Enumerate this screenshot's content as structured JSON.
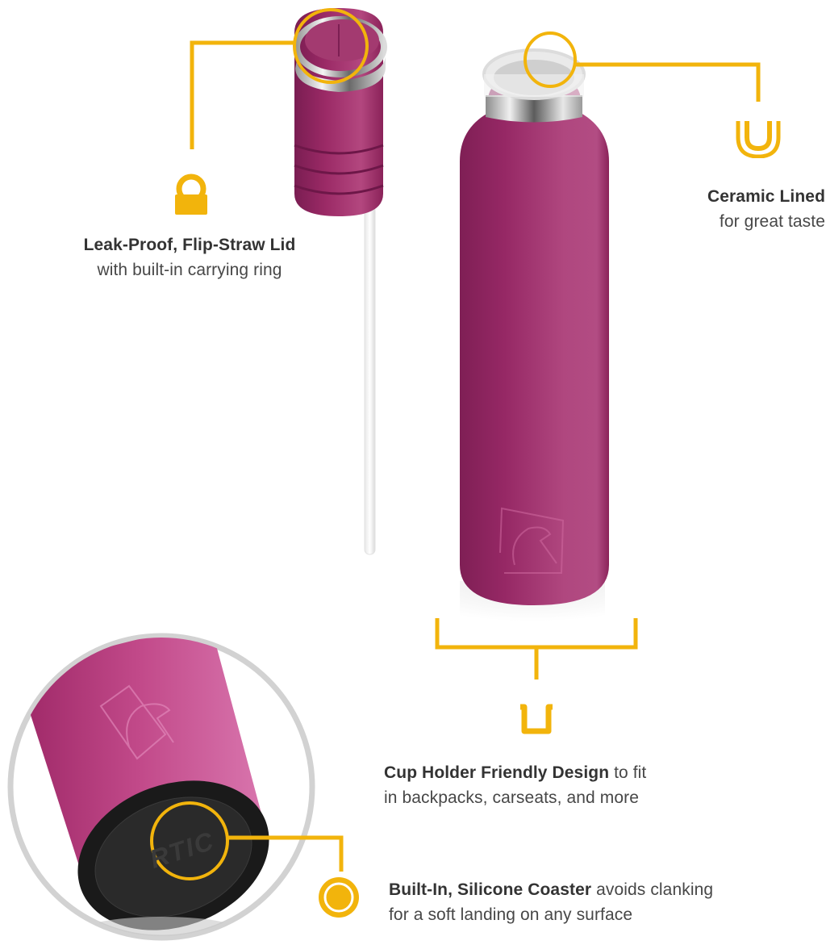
{
  "colors": {
    "accent_yellow": "#F2B40C",
    "product_magenta": "#9B2A66",
    "product_magenta_light": "#B44A82",
    "text_dark": "#333333",
    "background": "#FFFFFF"
  },
  "features": [
    {
      "id": "lid",
      "icon": "padlock-ring-icon",
      "title": "Leak-Proof, Flip-Straw Lid",
      "subtitle": "with built-in carrying ring"
    },
    {
      "id": "ceramic",
      "icon": "double-u-liner-icon",
      "title": "Ceramic Lined",
      "subtitle": "for great taste"
    },
    {
      "id": "cupholder",
      "icon": "cup-holder-u-icon",
      "title": "Cup Holder Friendly Design",
      "subtitle": " to fit",
      "line2": "in backpacks, carseats, and more"
    },
    {
      "id": "coaster",
      "icon": "coaster-ring-icon",
      "title": "Built-In, Silicone Coaster",
      "subtitle": " avoids clanking",
      "line2": "for a soft landing on any surface"
    }
  ],
  "product": {
    "logo_emboss": "RTIC bear logo",
    "base_text": "RTIC"
  }
}
